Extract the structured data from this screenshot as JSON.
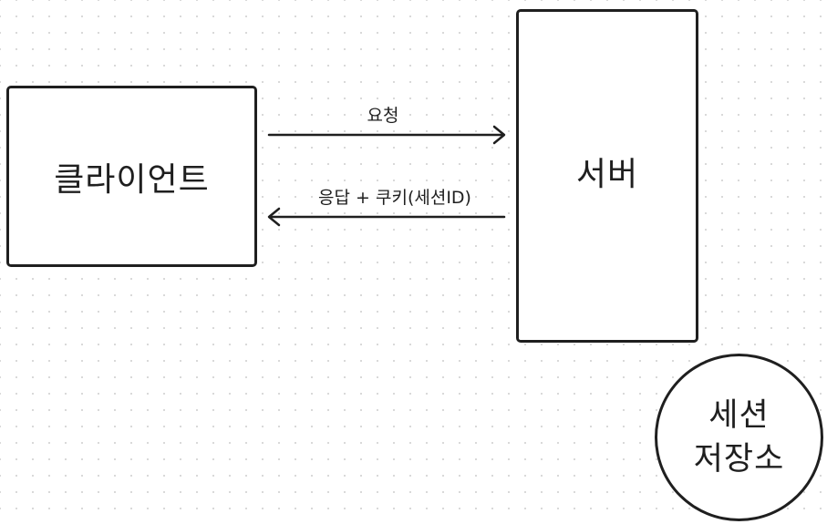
{
  "diagram": {
    "nodes": {
      "client": {
        "label": "클라이언트"
      },
      "server": {
        "label": "서버"
      },
      "session_store": {
        "lines": [
          "세션",
          "저장소"
        ]
      }
    },
    "edges": {
      "request": {
        "label": "요청",
        "from": "클라이언트",
        "to": "서버"
      },
      "response": {
        "label": "응답 + 쿠키(세션ID)",
        "from": "서버",
        "to": "클라이언트"
      }
    }
  }
}
